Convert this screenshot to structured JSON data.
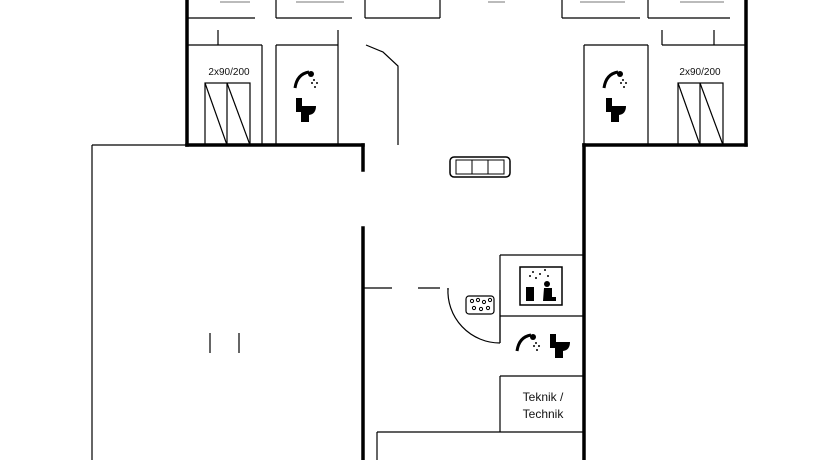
{
  "bedroom_labels": {
    "left": "2x90/200",
    "right": "2x90/200"
  },
  "rooms": {
    "technik": {
      "line1": "Teknik /",
      "line2": "Technik"
    }
  },
  "icons": [
    "shower-icon",
    "toilet-icon",
    "sauna-icon",
    "whirlpool-icon",
    "sofa-icon",
    "bunk-bed-icon"
  ]
}
